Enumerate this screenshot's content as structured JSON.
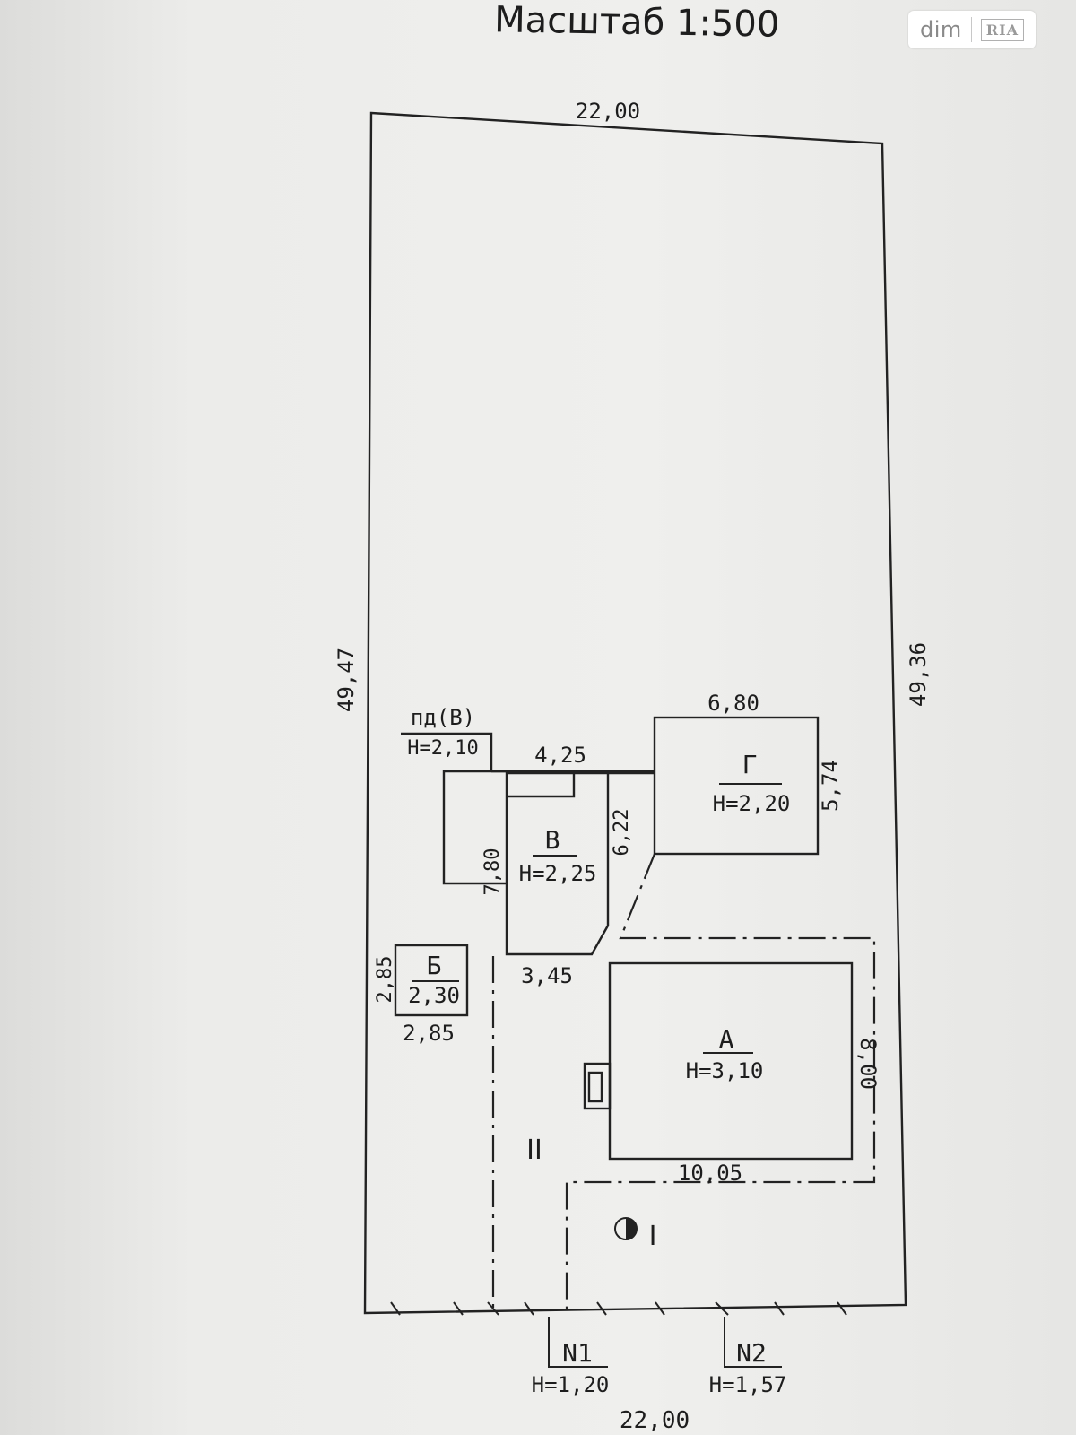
{
  "scale_title": "Масштаб 1:500",
  "watermark": {
    "brand": "dim",
    "logo": "RIA"
  },
  "plot": {
    "top_width": "22,00",
    "bottom_width": "22,00",
    "left_length": "49,47",
    "right_length": "49,36"
  },
  "buildings": {
    "A": {
      "letter": "А",
      "height": "Н=3,10",
      "width": "10,05",
      "depth": "8,00"
    },
    "G": {
      "letter": "Г",
      "height": "Н=2,20",
      "width": "6,80",
      "depth": "5,74"
    },
    "V": {
      "letter": "В",
      "height": "Н=2,25",
      "top": "4,25",
      "left": "7,80",
      "right": "6,22",
      "bottom": "3,45"
    },
    "pd": {
      "label": "пд(В)",
      "height": "Н=2,10"
    },
    "B": {
      "letter": "Б",
      "height": "2,30",
      "width": "2,85",
      "depth": "2,85"
    }
  },
  "zones": {
    "zone_1": "I",
    "zone_2": "II"
  },
  "gates": {
    "N1": {
      "label": "N1",
      "height": "Н=1,20"
    },
    "N2": {
      "label": "N2",
      "height": "Н=1,57"
    }
  }
}
